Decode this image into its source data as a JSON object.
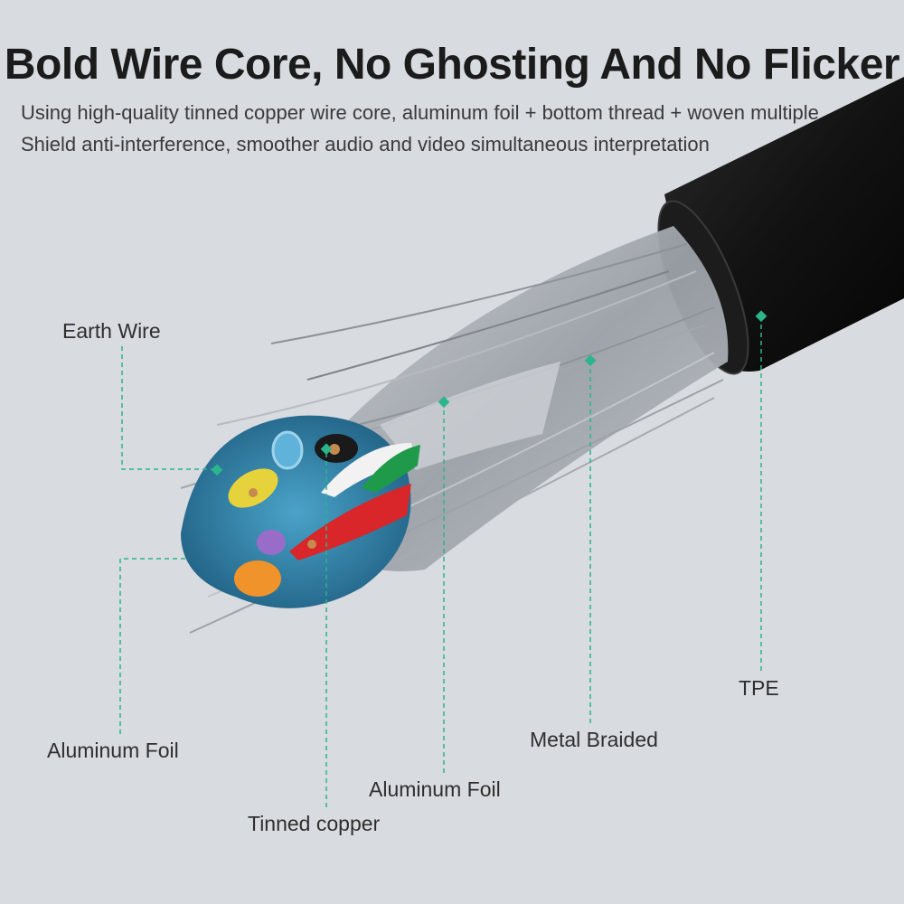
{
  "title": "Bold Wire Core, No Ghosting And No Flicker",
  "subtitle_lines": [
    "Using high-quality tinned copper wire core, aluminum foil + bottom thread + woven multiple",
    "Shield anti-interference, smoother audio and video simultaneous interpretation"
  ],
  "callouts": {
    "earth_wire": "Earth Wire",
    "aluminum_foil_inner": "Aluminum Foil",
    "tinned_copper": "Tinned copper",
    "aluminum_foil_outer": "Aluminum Foil",
    "metal_braided": "Metal Braided",
    "tpe": "TPE"
  },
  "colors": {
    "background": "#d8dbe0",
    "callout_line": "#2bb58a",
    "jacket": "#141414",
    "braid": "#a9adb3",
    "inner_foil": "#2f7fa6",
    "wire_red": "#d8262a",
    "wire_green": "#1e9a4a",
    "wire_white": "#f2f2f2",
    "wire_yellow": "#e6d23a",
    "wire_orange": "#f0932a",
    "wire_purple": "#9a6cc9"
  }
}
